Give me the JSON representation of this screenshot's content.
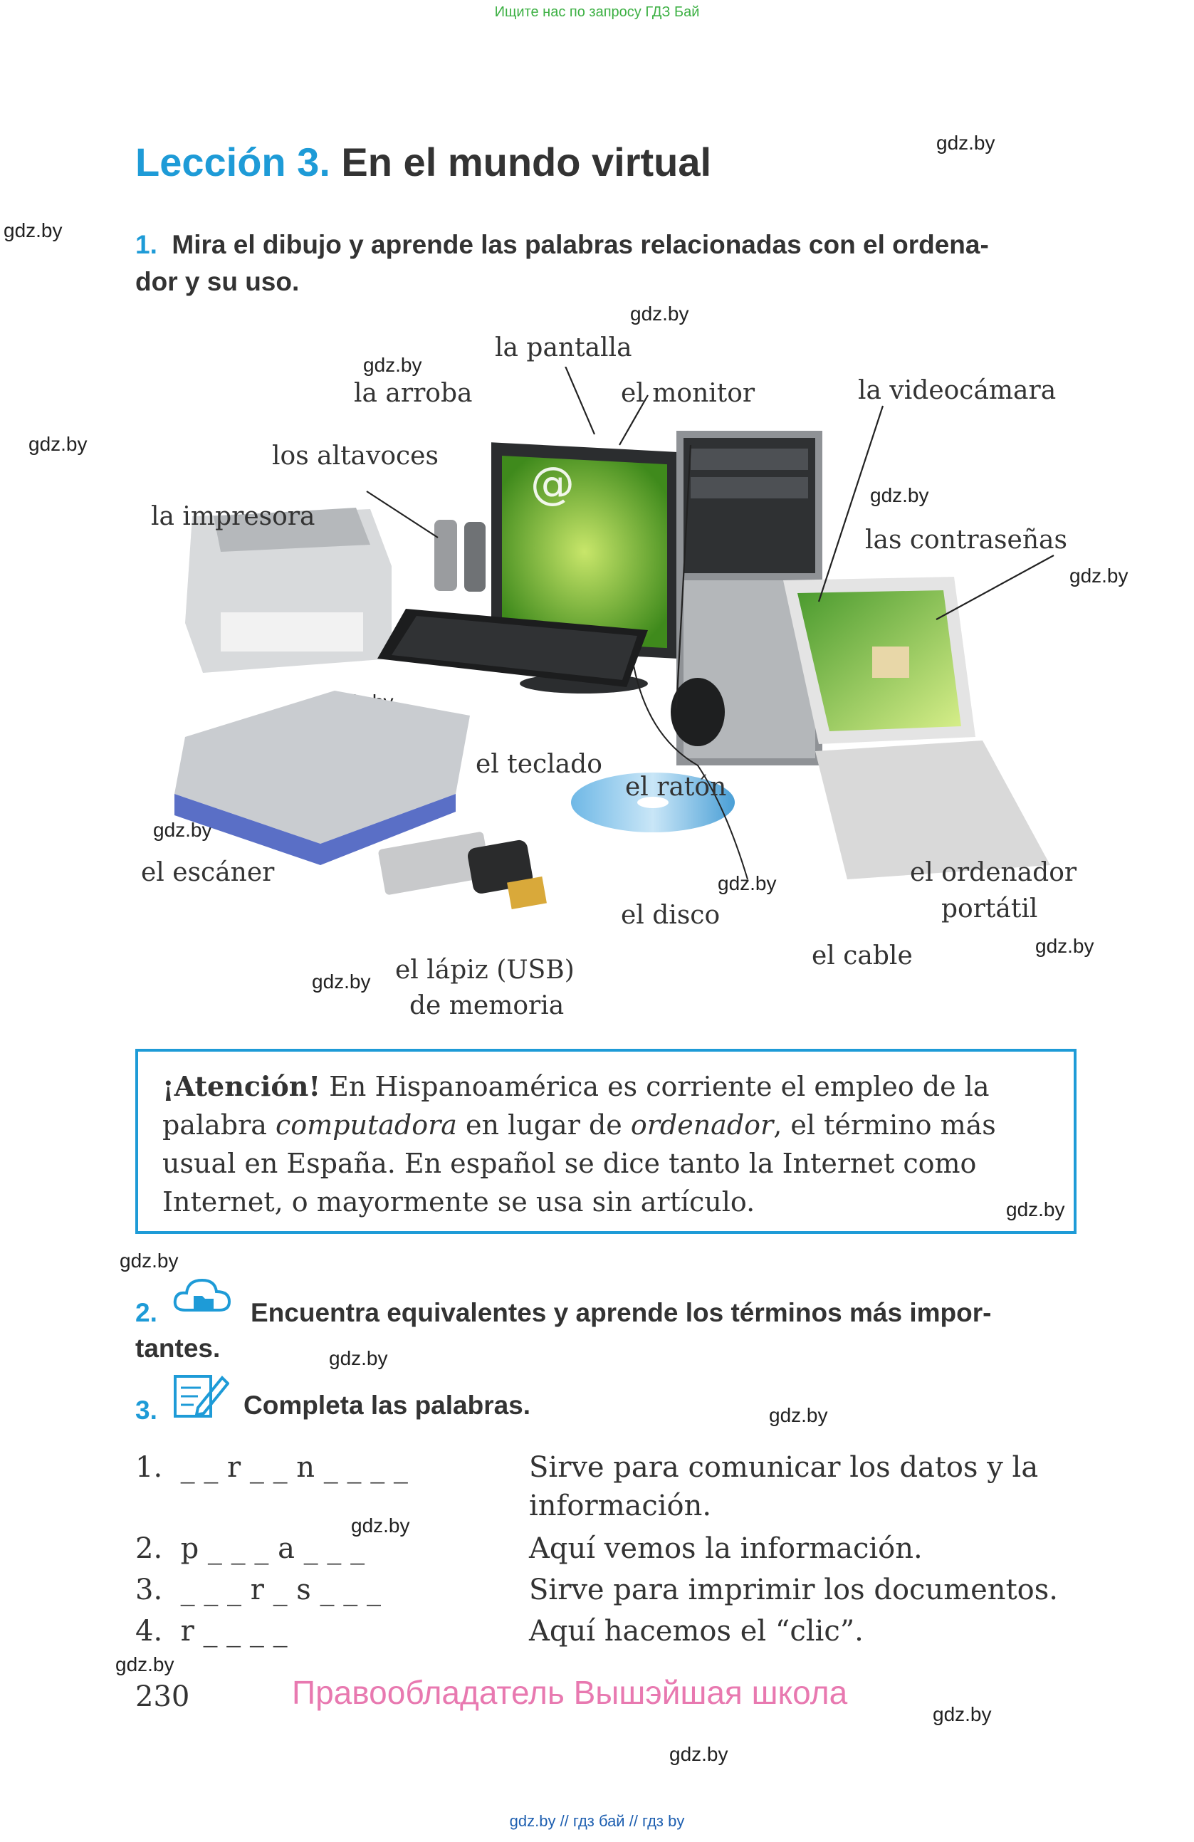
{
  "banner": "Ищите нас по запросу ГДЗ Бай",
  "title": {
    "lesson": "Lección 3.",
    "rest": " En el mundo virtual"
  },
  "watermark": "gdz.by",
  "exercise1": {
    "num": "1.",
    "line1": "Mira el dibujo y aprende las palabras relacionadas con el ordena-",
    "line2": "dor y su uso."
  },
  "labels": {
    "pantalla": "la pantalla",
    "arroba": "la arroba",
    "monitor": "el monitor",
    "videocamara": "la videocámara",
    "altavoces": "los altavoces",
    "impresora": "la impresora",
    "contrasenas": "las contraseñas",
    "teclado": "el teclado",
    "raton": "el ratón",
    "escaner": "el escáner",
    "ordenador1": "el ordenador",
    "ordenador2": "portátil",
    "disco": "el disco",
    "cable": "el cable",
    "lapiz1": "el lápiz (USB)",
    "lapiz2": "de memoria"
  },
  "attention": {
    "heading": "¡Atención!",
    "t1": " En Hispanoamérica es corriente el empleo de la palabra ",
    "i1": "computadora",
    "t2": " en lugar de ",
    "i2": "ordenador",
    "t3": ", el término más usual en España. En español se dice tanto la Internet como Internet, o mayormente se usa sin artículo."
  },
  "exercise2": {
    "num": "2.",
    "line1": "Encuentra equivalentes y aprende los términos más impor-",
    "line2": "tantes."
  },
  "exercise3": {
    "num": "3.",
    "text": "Completa las palabras."
  },
  "items": [
    {
      "num": "1.",
      "pattern": "_ _ r _ _ n _ _ _ _",
      "clue": "Sirve para comunicar los datos y la",
      "clue2": "información."
    },
    {
      "num": "2.",
      "pattern": "p _ _ _ a _ _ _",
      "clue": "Aquí vemos la información."
    },
    {
      "num": "3.",
      "pattern": "_ _ _ r _ s _ _ _",
      "clue": "Sirve para imprimir los documentos."
    },
    {
      "num": "4.",
      "pattern": "r _ _ _ _",
      "clue": "Aquí hacemos el “clic”."
    }
  ],
  "page_number": "230",
  "copyright": "Правообладатель Вышэйшая школа",
  "bottom_links": "gdz.by  //  гдз бай  //  гдз by",
  "icons": [
    "cloud-folder-icon",
    "notebook-pencil-icon",
    "at-sign-icon"
  ]
}
